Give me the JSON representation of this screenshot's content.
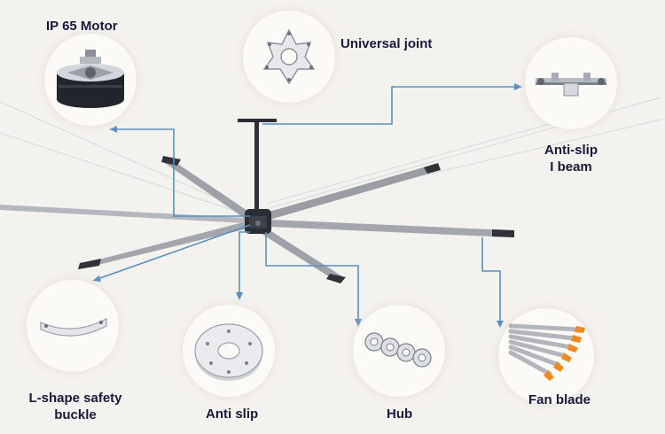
{
  "diagram": {
    "parts": [
      {
        "id": "motor",
        "label": "IP 65 Motor"
      },
      {
        "id": "universal-joint",
        "label": "Universal joint"
      },
      {
        "id": "i-beam",
        "label_lines": [
          "Anti-slip",
          "I beam"
        ]
      },
      {
        "id": "safety-buckle",
        "label_lines": [
          "L-shape safety",
          "buckle"
        ]
      },
      {
        "id": "anti-slip",
        "label": "Anti slip"
      },
      {
        "id": "hub",
        "label": "Hub"
      },
      {
        "id": "fan-blade",
        "label": "Fan blade"
      }
    ],
    "colors": {
      "connector": "#5b8fbd",
      "blade": "#9a9ea4",
      "blade_tip": "#2f3238",
      "motor_body": "#23262c",
      "orange_tip": "#f08a1c",
      "label": "#17193a"
    }
  }
}
